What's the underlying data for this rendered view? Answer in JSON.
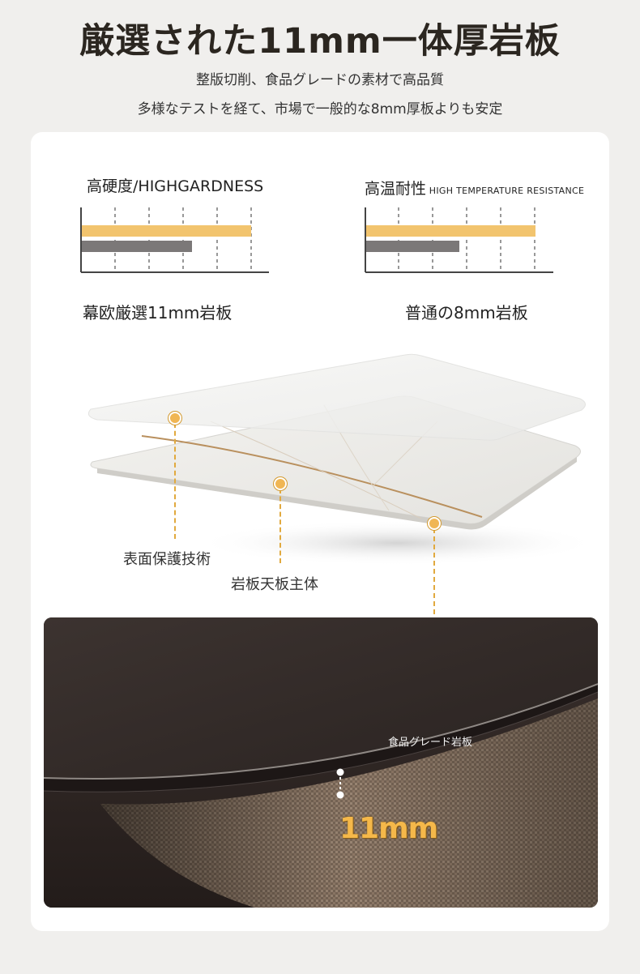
{
  "header": {
    "title": "厳選された11mm一体厚岩板",
    "subtitle1": "整版切削、食品グレードの素材で高品質",
    "subtitle2": "多様なテストを経て、市場で一般的な8mm厚板よりも安定"
  },
  "comparison": {
    "hardness": {
      "title": "高硬度/HIGHGARDNESS",
      "values": {
        "premium": 1.0,
        "standard": 0.65
      }
    },
    "heat": {
      "title_jp": "高温耐性",
      "title_en": " HIGH TEMPERATURE RESISTANCE",
      "values": {
        "premium": 1.0,
        "standard": 0.55
      }
    },
    "legend": {
      "premium": "幕欧厳選11mm岩板",
      "standard": "普通の8mm岩板"
    },
    "colors": {
      "premium": "#f2c46e",
      "standard": "#7b7878"
    }
  },
  "layers": {
    "surface": "表面保護技術",
    "body": "岩板天板主体"
  },
  "photo": {
    "food_grade_label": "食品グレード岩板",
    "thickness_label": "11mm"
  }
}
